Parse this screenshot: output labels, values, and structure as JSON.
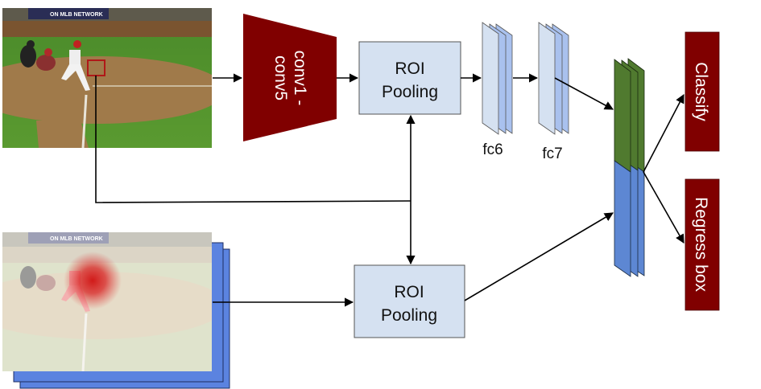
{
  "diagram": {
    "title": "",
    "colors": {
      "conv_block": "#800000",
      "head_block": "#800000",
      "roi_box_fill": "#d5e1f1",
      "roi_box_stroke": "#555555",
      "fc_front": "#d5e1f1",
      "fc_back": "#a9c1ee",
      "concat_top": "#507a2f",
      "concat_bottom": "#5d87d3",
      "context_pages": "#5b83e0",
      "roi_highlight": "#a31b1b",
      "arrow": "#000000"
    },
    "nodes": {
      "input_image": {
        "label": "",
        "banner_text": "ON MLB NETWORK"
      },
      "context_image": {
        "label": "",
        "banner_text": "ON MLB NETWORK"
      },
      "conv": {
        "label_line1": "conv1 -",
        "label_line2": "conv5"
      },
      "roi_pool_top": {
        "line1": "ROI",
        "line2": "Pooling"
      },
      "roi_pool_bottom": {
        "line1": "ROI",
        "line2": "Pooling"
      },
      "fc6": {
        "label": "fc6"
      },
      "fc7": {
        "label": "fc7"
      },
      "concat": {
        "label": ""
      },
      "classify": {
        "label": "Classify"
      },
      "regress": {
        "label": "Regress box"
      }
    },
    "edges": [
      {
        "from": "input_image",
        "to": "conv"
      },
      {
        "from": "conv",
        "to": "roi_pool_top"
      },
      {
        "from": "roi_pool_top",
        "to": "fc6"
      },
      {
        "from": "fc6",
        "to": "fc7"
      },
      {
        "from": "fc7",
        "to": "concat"
      },
      {
        "from": "input_image.roi_box",
        "to": "roi_pool_top"
      },
      {
        "from": "input_image.roi_box",
        "to": "roi_pool_bottom"
      },
      {
        "from": "context_image",
        "to": "roi_pool_bottom"
      },
      {
        "from": "roi_pool_bottom",
        "to": "concat"
      },
      {
        "from": "concat",
        "to": "classify"
      },
      {
        "from": "concat",
        "to": "regress"
      }
    ]
  }
}
